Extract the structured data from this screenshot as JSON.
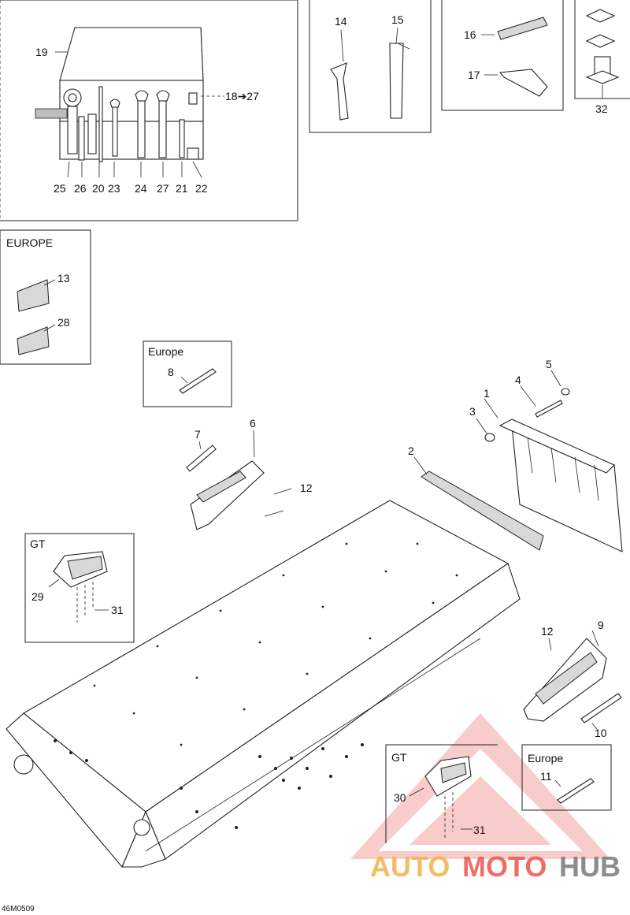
{
  "labels": {
    "p1": "1",
    "p2": "2",
    "p3": "3",
    "p4": "4",
    "p5": "5",
    "p6": "6",
    "p7": "7",
    "p8": "8",
    "p9": "9",
    "p10": "10",
    "p11": "11",
    "p12a": "12",
    "p12b": "12",
    "p13": "13",
    "p14": "14",
    "p15": "15",
    "p16": "16",
    "p17": "17",
    "p18_27": "18➔27",
    "p19": "19",
    "p20": "20",
    "p21": "21",
    "p22": "22",
    "p23": "23",
    "p24": "24",
    "p25": "25",
    "p26": "26",
    "p27": "27",
    "p28": "28",
    "p29": "29",
    "p30": "30",
    "p31a": "31",
    "p31b": "31",
    "p32": "32"
  },
  "region_titles": {
    "europe_upper": "EUROPE",
    "europe_8": "Europe",
    "gt_29": "GT",
    "gt_30": "GT",
    "europe_11": "Europe"
  },
  "diagram_code": "46M0509",
  "watermark": {
    "brand_auto": "AUTO",
    "brand_moto": "MOTO",
    "brand_hub": "HUB",
    "color_red": "#e8554e",
    "color_gold": "#f0b24a",
    "color_gray": "#7a7a7a"
  }
}
